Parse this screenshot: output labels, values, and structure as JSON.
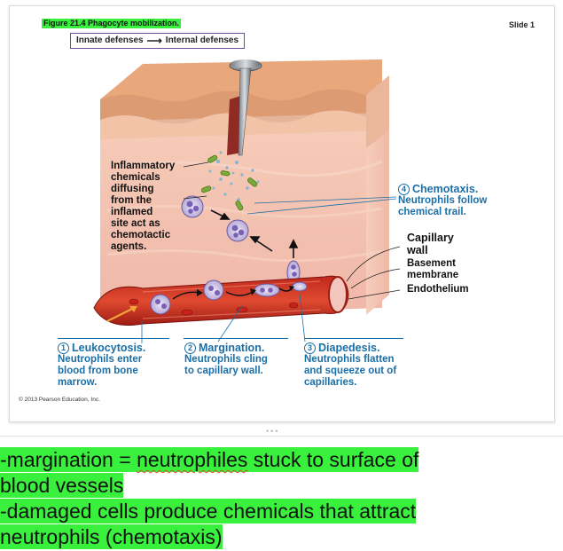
{
  "slide": {
    "figure_title": "Figure 21.4  Phagocyte mobilization.",
    "slide_number": "Slide 1",
    "nav_from": "Innate defenses",
    "nav_to": "Internal defenses",
    "copyright": "© 2013 Pearson Education, Inc."
  },
  "labels": {
    "inflammatory": [
      "Inflammatory",
      "chemicals",
      "diffusing",
      "from the",
      "inflamed",
      "site act as",
      "chemotactic",
      "agents."
    ],
    "capillary_wall": [
      "Capillary",
      "wall"
    ],
    "basement_membrane": [
      "Basement",
      "membrane"
    ],
    "endothelium": "Endothelium"
  },
  "steps": [
    {
      "num": "4",
      "title": "Chemotaxis.",
      "lines": [
        "Neutrophils follow",
        "chemical trail."
      ]
    },
    {
      "num": "1",
      "title": "Leukocytosis.",
      "lines": [
        "Neutrophils enter",
        "blood from bone",
        "marrow."
      ]
    },
    {
      "num": "2",
      "title": "Margination.",
      "lines": [
        "Neutrophils cling",
        "to capillary wall."
      ]
    },
    {
      "num": "3",
      "title": "Diapedesis.",
      "lines": [
        "Neutrophils flatten",
        "and squeeze out of",
        "capillaries."
      ]
    }
  ],
  "notes": {
    "line1_prefix": "-margination = ",
    "line1_underlined": "neutrophiles",
    "line1_suffix": " stuck to surface of",
    "line2": "blood vessels",
    "line3": "-damaged cells produce chemicals that attract",
    "line4": "neutrophils (chemotaxis)"
  },
  "colors": {
    "highlight": "#39f03c",
    "step_blue": "#1a6fa8",
    "nav_border": "#6b4d9c"
  }
}
